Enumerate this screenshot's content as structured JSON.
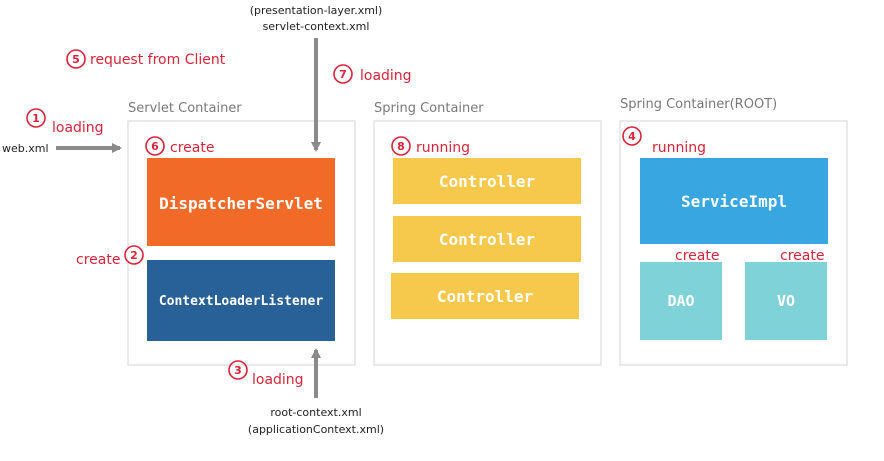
{
  "files": {
    "web_xml": "web.xml",
    "presentation_layer_xml": "(presentation-layer.xml)",
    "servlet_context_xml": "servlet-context.xml",
    "root_context_xml": "root-context.xml",
    "application_context_xml": "(applicationContext.xml)"
  },
  "containers": {
    "servlet": {
      "title": "Servlet Container"
    },
    "spring": {
      "title": "Spring Container"
    },
    "root": {
      "title": "Spring Container(ROOT)"
    }
  },
  "components": {
    "dispatcher_servlet": {
      "label": "DispatcherServlet",
      "color": "#f26a28"
    },
    "context_loader_listener": {
      "label": "ContextLoaderListener",
      "color": "#286197"
    },
    "controllers": [
      {
        "label": "Controller",
        "color": "#f6c84c"
      },
      {
        "label": "Controller",
        "color": "#f6c84c"
      },
      {
        "label": "Controller",
        "color": "#f6c84c"
      }
    ],
    "service_impl": {
      "label": "ServiceImpl",
      "color": "#38a6e0"
    },
    "dao": {
      "label": "DAO",
      "color": "#7fd2d8"
    },
    "vo": {
      "label": "VO",
      "color": "#7fd2d8"
    }
  },
  "steps": [
    {
      "number": "1",
      "text": "loading"
    },
    {
      "number": "2",
      "text": "create"
    },
    {
      "number": "3",
      "text": "loading"
    },
    {
      "number": "4",
      "text": "running"
    },
    {
      "number": "5",
      "text": "request from Client"
    },
    {
      "number": "6",
      "text": "create"
    },
    {
      "number": "7",
      "text": "loading"
    },
    {
      "number": "8",
      "text": "running"
    }
  ],
  "annotations": {
    "dao_create": "create",
    "vo_create": "create"
  },
  "colors": {
    "accent": "#d8243a",
    "arrow": "#8a8a8a",
    "container_border": "#d6d6d6"
  }
}
